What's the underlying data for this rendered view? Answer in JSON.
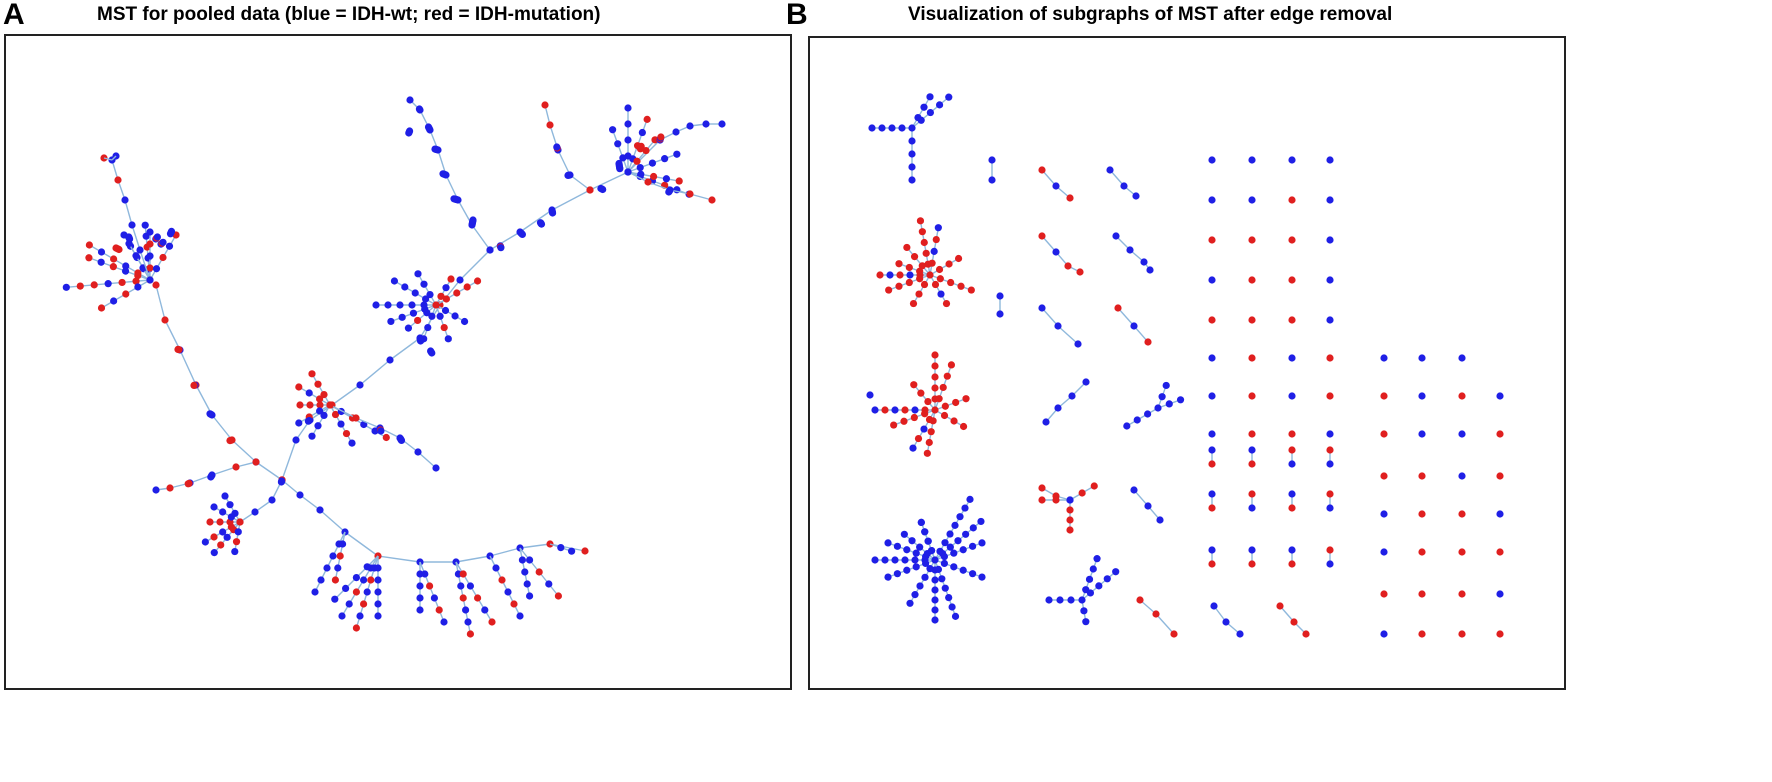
{
  "panel_a": {
    "letter": "A",
    "title": "MST for pooled data (blue = IDH-wt; red = IDH-mutation)"
  },
  "panel_b": {
    "letter": "B",
    "title": "Visualization of subgraphs of MST after edge removal"
  },
  "colors": {
    "idh_wt": "#1f1fe6",
    "idh_mutation": "#e01f1f",
    "edge": "#8fb8dc",
    "frame": "#222222"
  },
  "legend_classes": [
    {
      "name": "blue = IDH-wt",
      "color": "#1f1fe6"
    },
    {
      "name": "red = IDH-mutation",
      "color": "#e01f1f"
    }
  ]
}
